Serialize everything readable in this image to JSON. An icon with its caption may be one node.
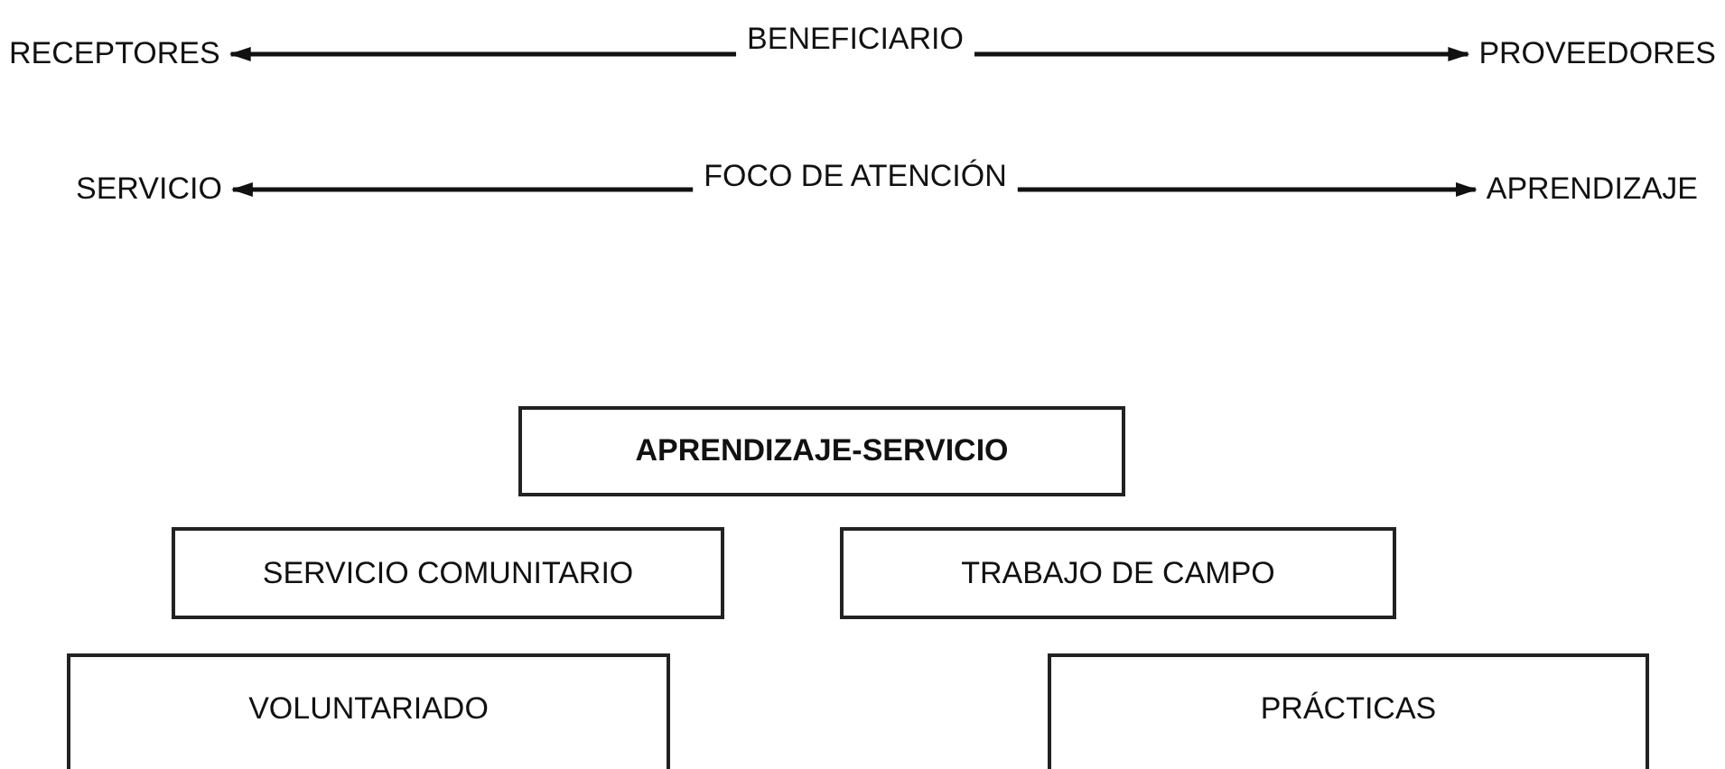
{
  "diagram": {
    "nodes": [
      {
        "text": [
          "BENEFICIARIO"
        ]
      },
      {
        "text": [
          "RECEPTORES"
        ]
      },
      {
        "text": [
          "PROVEEDORES"
        ]
      },
      {
        "text": [
          "FOCO DE ATENCIÓN"
        ]
      },
      {
        "text": [
          "SERVICIO"
        ]
      },
      {
        "text": [
          "APRENDIZAJE"
        ]
      },
      {
        "text": [
          "APRENDIZAJE-SERVICIO"
        ]
      },
      {
        "text": [
          "SERVICIO COMUNITARIO"
        ]
      },
      {
        "text": [
          "TRABAJO DE CAMPO"
        ]
      },
      {
        "text": [
          "VOLUNTARIADO"
        ]
      },
      {
        "text": [
          "PRÁCTICAS"
        ]
      }
    ],
    "edges": [
      {
        "from": 0,
        "to": 1,
        "arrow": "to"
      },
      {
        "from": 0,
        "to": 2,
        "arrow": "to"
      },
      {
        "from": 3,
        "to": 4,
        "arrow": "to"
      },
      {
        "from": 3,
        "to": 5,
        "arrow": "to"
      }
    ]
  }
}
